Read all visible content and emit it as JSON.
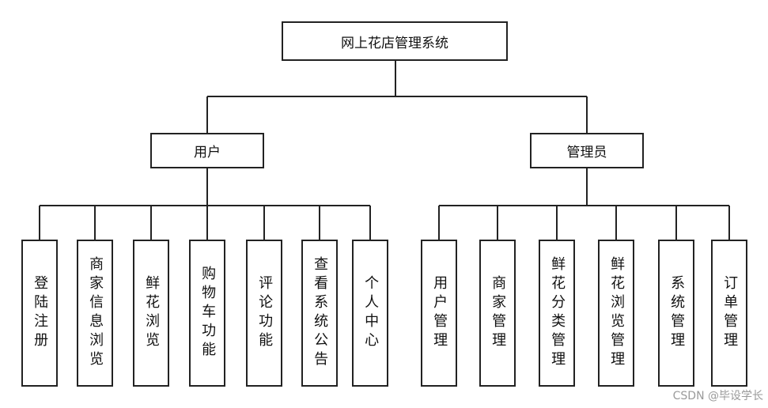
{
  "root": {
    "label": "网上花店管理系统"
  },
  "branches": [
    {
      "label": "用户",
      "children": [
        "登陆注册",
        "商家信息浏览",
        "鲜花浏览",
        "购物车功能",
        "评论功能",
        "查看系统公告",
        "个人中心"
      ]
    },
    {
      "label": "管理员",
      "children": [
        "用户管理",
        "商家管理",
        "鲜花分类管理",
        "鲜花浏览管理",
        "系统管理",
        "订单管理"
      ]
    }
  ],
  "watermark": "CSDN @毕设学长"
}
